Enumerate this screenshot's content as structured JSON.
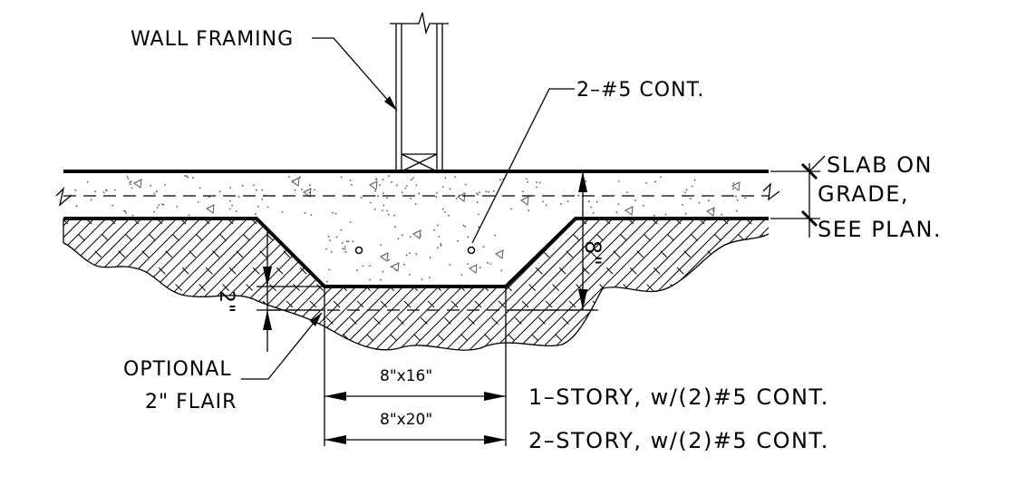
{
  "labels": {
    "wall_framing": "WALL FRAMING",
    "rebar": "2–#5 CONT.",
    "slab_line1": "SLAB ON",
    "slab_line2": "GRADE,",
    "slab_line3": "SEE PLAN.",
    "flair_line1": "OPTIONAL",
    "flair_line2": "2\" FLAIR",
    "dim_8in": "8\"",
    "dim_2in": "2\"",
    "footing_1": "8\"x16\"",
    "footing_2": "8\"x20\"",
    "story_1": "1–STORY, w/(2)#5 CONT.",
    "story_2": "2–STORY, w/(2)#5 CONT."
  }
}
